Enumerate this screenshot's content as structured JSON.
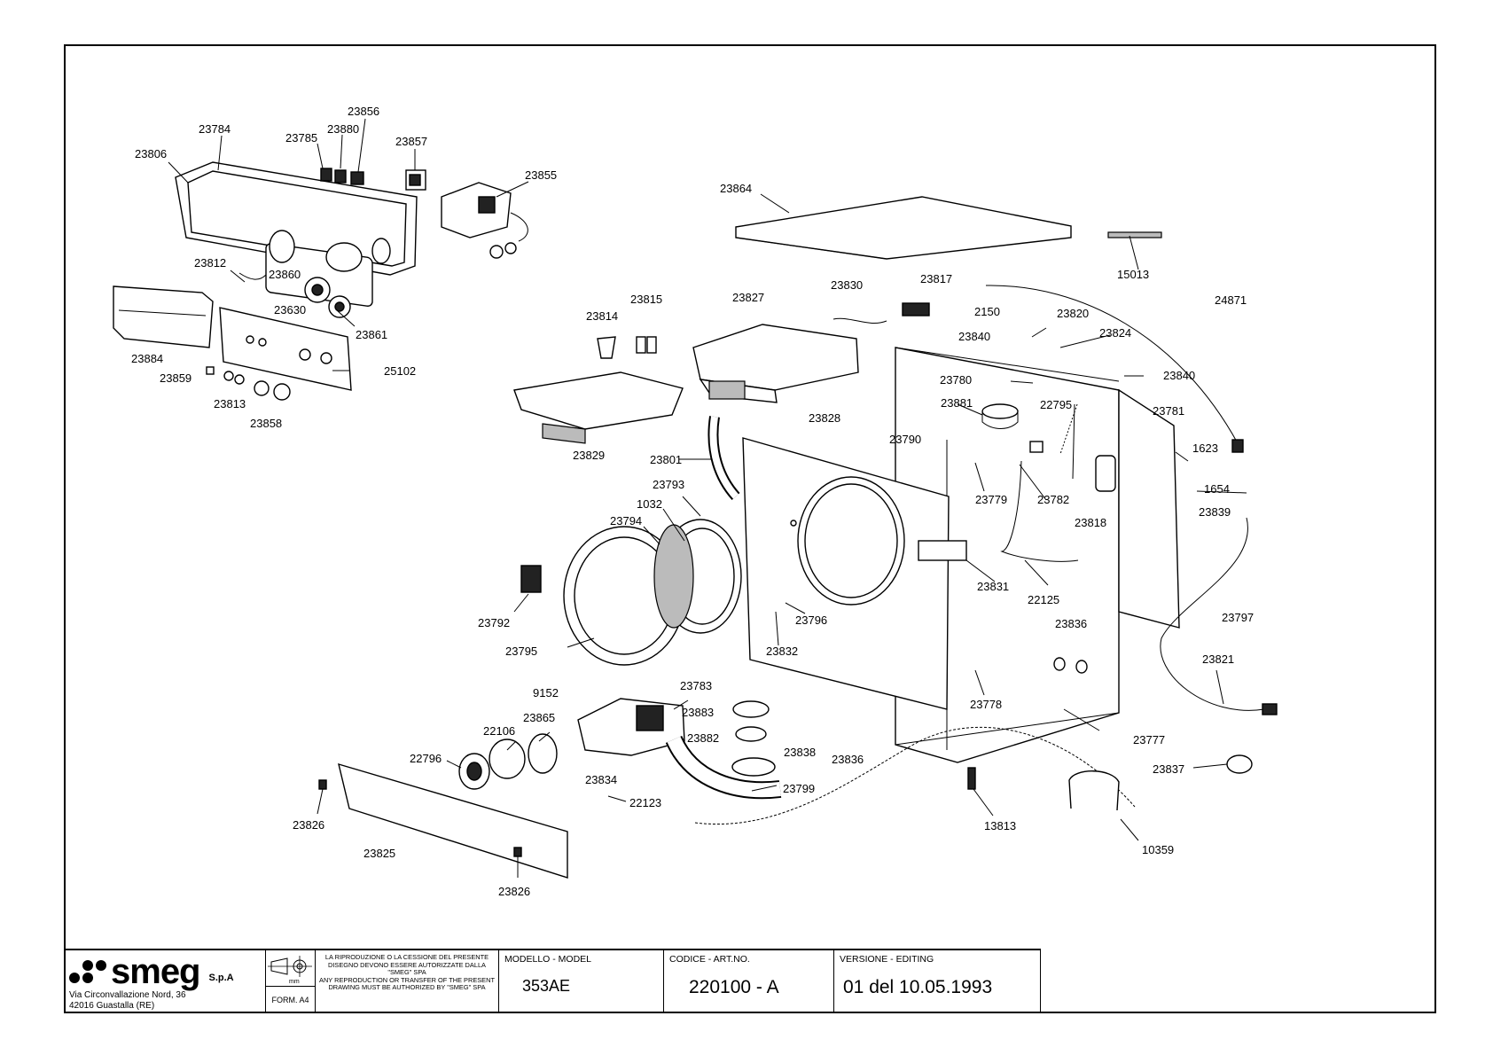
{
  "labels": [
    {
      "id": "23806",
      "text": "23806"
    },
    {
      "id": "23784",
      "text": "23784"
    },
    {
      "id": "23785",
      "text": "23785"
    },
    {
      "id": "23880",
      "text": "23880"
    },
    {
      "id": "23856",
      "text": "23856"
    },
    {
      "id": "23857",
      "text": "23857"
    },
    {
      "id": "23855",
      "text": "23855"
    },
    {
      "id": "23864",
      "text": "23864"
    },
    {
      "id": "15013",
      "text": "15013"
    },
    {
      "id": "23812",
      "text": "23812"
    },
    {
      "id": "23860",
      "text": "23860"
    },
    {
      "id": "23630",
      "text": "23630"
    },
    {
      "id": "23861",
      "text": "23861"
    },
    {
      "id": "23884",
      "text": "23884"
    },
    {
      "id": "23859",
      "text": "23859"
    },
    {
      "id": "23813",
      "text": "23813"
    },
    {
      "id": "23858",
      "text": "23858"
    },
    {
      "id": "25102",
      "text": "25102"
    },
    {
      "id": "23814",
      "text": "23814"
    },
    {
      "id": "23815",
      "text": "23815"
    },
    {
      "id": "23827",
      "text": "23827"
    },
    {
      "id": "23830",
      "text": "23830"
    },
    {
      "id": "23817",
      "text": "23817"
    },
    {
      "id": "2150",
      "text": "2150"
    },
    {
      "id": "23820",
      "text": "23820"
    },
    {
      "id": "24871",
      "text": "24871"
    },
    {
      "id": "23840a",
      "text": "23840"
    },
    {
      "id": "23824",
      "text": "23824"
    },
    {
      "id": "23840b",
      "text": "23840"
    },
    {
      "id": "23780",
      "text": "23780"
    },
    {
      "id": "23829",
      "text": "23829"
    },
    {
      "id": "23828",
      "text": "23828"
    },
    {
      "id": "23881",
      "text": "23881"
    },
    {
      "id": "22795",
      "text": "22795"
    },
    {
      "id": "23781",
      "text": "23781"
    },
    {
      "id": "23790",
      "text": "23790"
    },
    {
      "id": "1623",
      "text": "1623"
    },
    {
      "id": "23801",
      "text": "23801"
    },
    {
      "id": "23793",
      "text": "23793"
    },
    {
      "id": "1032",
      "text": "1032"
    },
    {
      "id": "23794",
      "text": "23794"
    },
    {
      "id": "23779",
      "text": "23779"
    },
    {
      "id": "23782",
      "text": "23782"
    },
    {
      "id": "23818",
      "text": "23818"
    },
    {
      "id": "1654",
      "text": "1654"
    },
    {
      "id": "23839",
      "text": "23839"
    },
    {
      "id": "23831",
      "text": "23831"
    },
    {
      "id": "22125",
      "text": "22125"
    },
    {
      "id": "23792",
      "text": "23792"
    },
    {
      "id": "23796",
      "text": "23796"
    },
    {
      "id": "23797",
      "text": "23797"
    },
    {
      "id": "23795",
      "text": "23795"
    },
    {
      "id": "23832",
      "text": "23832"
    },
    {
      "id": "23836a",
      "text": "23836"
    },
    {
      "id": "23821",
      "text": "23821"
    },
    {
      "id": "9152",
      "text": "9152"
    },
    {
      "id": "23783",
      "text": "23783"
    },
    {
      "id": "23865",
      "text": "23865"
    },
    {
      "id": "23883",
      "text": "23883"
    },
    {
      "id": "23778",
      "text": "23778"
    },
    {
      "id": "22106",
      "text": "22106"
    },
    {
      "id": "23882",
      "text": "23882"
    },
    {
      "id": "23777",
      "text": "23777"
    },
    {
      "id": "22796",
      "text": "22796"
    },
    {
      "id": "23838",
      "text": "23838"
    },
    {
      "id": "23836b",
      "text": "23836"
    },
    {
      "id": "23837",
      "text": "23837"
    },
    {
      "id": "23834",
      "text": "23834"
    },
    {
      "id": "23799",
      "text": "23799"
    },
    {
      "id": "22123",
      "text": "22123"
    },
    {
      "id": "23826a",
      "text": "23826"
    },
    {
      "id": "13813",
      "text": "13813"
    },
    {
      "id": "10359",
      "text": "10359"
    },
    {
      "id": "23825",
      "text": "23825"
    },
    {
      "id": "23826b",
      "text": "23826"
    }
  ],
  "titleblock": {
    "brand": "smeg",
    "company_suffix": "S.p.A",
    "address_line1": "Via Circonvallazione Nord, 36",
    "address_line2": "42016  Guastalla (RE)",
    "scale_unit": "mm",
    "format": "FORM. A4",
    "notice_it": "LA RIPRODUZIONE O LA CESSIONE DEL PRESENTE DISEGNO DEVONO ESSERE AUTORIZZATE DALLA \"SMEG\" SPA",
    "notice_en": "ANY REPRODUCTION OR TRANSFER OF THE PRESENT DRAWING MUST BE AUTHORIZED BY \"SMEG\" SPA",
    "model_caption": "MODELLO - MODEL",
    "model_value": "353AE",
    "code_caption": "CODICE - ART.NO.",
    "code_value": "220100 - A",
    "version_caption": "VERSIONE - EDITING",
    "version_value": "01 del 10.05.1993"
  }
}
